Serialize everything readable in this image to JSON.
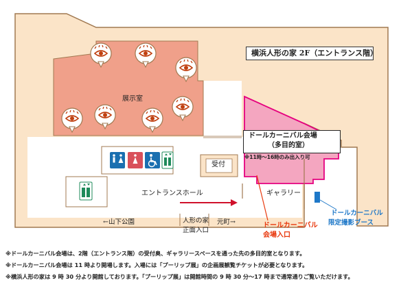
{
  "title": "横浜人形の家 2F（エントランス階）",
  "rooms": {
    "exhibition": "展示室",
    "venue_line1": "ドールカーニバル会場",
    "venue_line2": "（多目的室）",
    "venue_hours": "※11時〜16時のみ出入り可",
    "reception": "受付",
    "gallery": "ギャラリー",
    "entrance_hall": "エントランスホール"
  },
  "directions": {
    "yamashita_park": "←山下公園",
    "main_entrance_line1": "人形の家",
    "main_entrance_line2": "正面入口",
    "motomachi": "元町→"
  },
  "callouts": {
    "venue_entrance_line1": "ドールカーニバル",
    "venue_entrance_line2": "会場入口",
    "photo_booth_line1": "ドールカーニバル",
    "photo_booth_line2": "限定撮影ブース"
  },
  "icons": [
    "eye-icon",
    "toilet-icon",
    "wheelchair-icon",
    "elevator-icon"
  ],
  "colors": {
    "exhibition_fill": "#f0a08a",
    "venue_fill": "#f4a6c0",
    "venue_border": "#e5007f",
    "wall_fill": "#fbe4c8",
    "wall_stroke": "#a07850",
    "accent_red": "#e8380d",
    "booth_blue": "#1e78c8",
    "amenity_blue": "#1a6fb0",
    "arrow_red": "#d0102a"
  },
  "notes": [
    "※ドールカーニバル会場は、2階（エントランス階）の受付奥、ギャラリースペースを通った先の多目的室となります。",
    "※ドールカーニバル会場は 11 時より開場します。入場には「プーリップ展」の企画展観覧チケットが必要となります。",
    "※横浜人形の家は 9 時 30 分より開館しております。「プーリップ展」は開館時間の 9 時 30 分〜17 時まで通常通りご覧いただけます。"
  ]
}
